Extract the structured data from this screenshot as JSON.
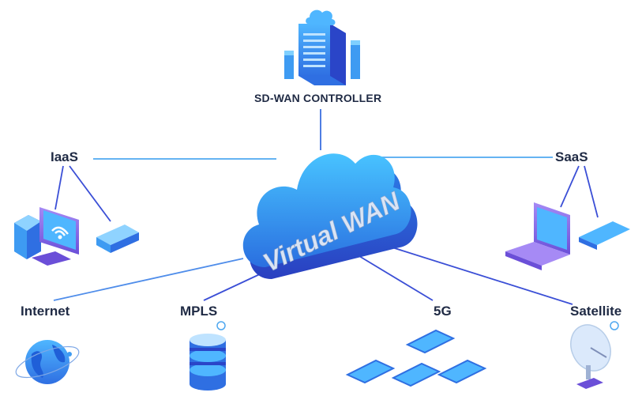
{
  "diagram": {
    "center": {
      "label": "Virtual WAN"
    },
    "controller": {
      "label": "SD-WAN CONTROLLER"
    },
    "nodes": {
      "iaas": {
        "label": "IaaS"
      },
      "saas": {
        "label": "SaaS"
      },
      "internet": {
        "label": "Internet"
      },
      "mpls": {
        "label": "MPLS"
      },
      "fiveg": {
        "label": "5G"
      },
      "satellite": {
        "label": "Satellite"
      }
    },
    "colors": {
      "line": "#4f8dea",
      "line_dark": "#3b4fd6",
      "cloud": "#35a6f5",
      "cloud_dark": "#1f5fd8",
      "label": "#1f2a44",
      "device_blue": "#3e9bf2",
      "device_purple": "#7f63e6"
    },
    "icons": {
      "controller": "server-with-cloud-icon",
      "iaas": "computer-and-router-icon",
      "saas": "laptop-and-tablet-icon",
      "internet": "globe-icon",
      "mpls": "database-stack-icon",
      "fiveg": "mobile-devices-icon",
      "satellite": "satellite-dish-icon"
    }
  }
}
